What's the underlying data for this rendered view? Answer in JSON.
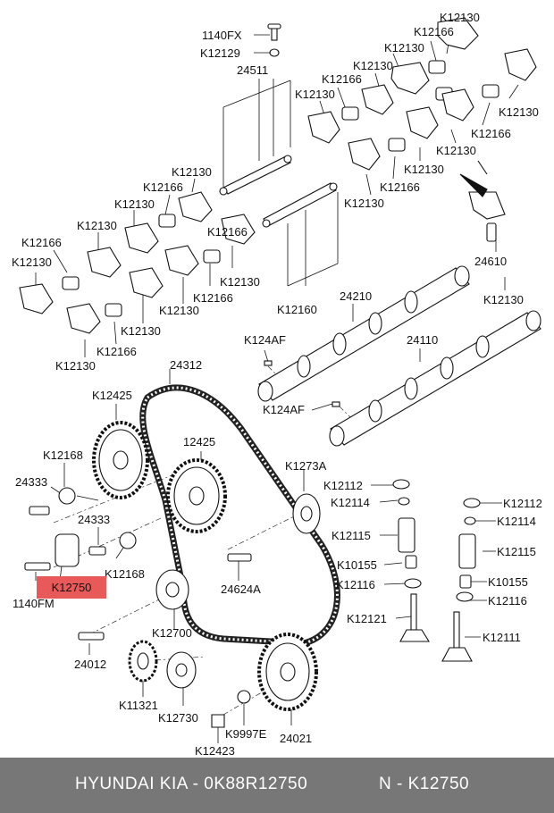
{
  "diagram": {
    "labels": {
      "l1140fx": "1140FX",
      "l12129": "K12129",
      "l24511": "24511",
      "lr_k12130_a": "K12130",
      "lr_k12166_a": "K12166",
      "lr_k12130_b": "K12130",
      "lr_k12130_c": "K12130",
      "lr_k12166_b": "K12166",
      "lr_k12130_d": "K12130",
      "lr_k12130_e": "K12130",
      "lr_k12166_c": "K12166",
      "lr_k12130_f": "K12130",
      "lr_k12130_g": "K12130",
      "lr_k12166_d": "K12166",
      "lr_k12130_h": "K12130",
      "ll_k12130_a": "K12130",
      "ll_k12166_a": "K12166",
      "ll_k12130_b": "K12130",
      "ll_k12130_c": "K12130",
      "ll_k12166_b": "K12166",
      "ll_k12130_d": "K12130",
      "ll_k12166_c": "K12166",
      "ll_k12130_e": "K12130",
      "ll_k12166_d": "K12166",
      "ll_k12130_f": "K12130",
      "ll_k12130_g": "K12130",
      "ll_k12166_e": "K12166",
      "ll_k12130_h": "K12130",
      "l12160": "K12160",
      "l24610": "24610",
      "l24610_k12130": "K12130",
      "l24210": "24210",
      "l124af_a": "K124AF",
      "l24110": "24110",
      "l124af_b": "K124AF",
      "l24312": "24312",
      "l12425": "K12425",
      "l12425b": "12425",
      "l12168a": "K12168",
      "l24333a": "24333",
      "l24333b": "24333",
      "l12168b": "K12168",
      "l1140fm": "1140FM",
      "l1273a": "K1273A",
      "l24624a": "24624A",
      "l12700": "K12700",
      "l24012": "24012",
      "l11321": "K11321",
      "l12730": "K12730",
      "l9997e": "K9997E",
      "l24021": "24021",
      "l12423": "K12423",
      "v_k12112_a": "K12112",
      "v_k12114_a": "K12114",
      "v_k12115_a": "K12115",
      "v_k10155_a": "K10155",
      "v_k12116_a": "K12116",
      "v_k12121": "K12121",
      "v_k12112_b": "K12112",
      "v_k12114_b": "K12114",
      "v_k12115_b": "K12115",
      "v_k10155_b": "K10155",
      "v_k12116_b": "K12116",
      "v_k12111": "K12111"
    },
    "highlight": {
      "label": "K12750",
      "color": "#e85a5a"
    }
  },
  "footer": {
    "brand": "HYUNDAI  KIA - 0K88R12750",
    "code": "N - K12750",
    "background": "#777777"
  }
}
